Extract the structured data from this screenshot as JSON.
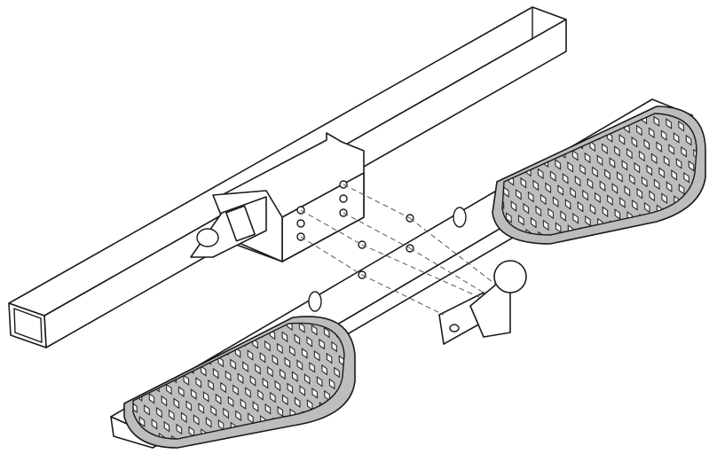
{
  "diagram": {
    "subject": "",
    "colors": {
      "line": "#1a1a1a",
      "background": "#ffffff",
      "edge_trim": "#bdbdbd"
    },
    "parts": [
      "square-tube-crossbar",
      "mounting-bracket",
      "side-step-bar",
      "left-step-pad",
      "right-step-pad",
      "tow-ball-hitch",
      "alignment-dashed-lines"
    ]
  }
}
